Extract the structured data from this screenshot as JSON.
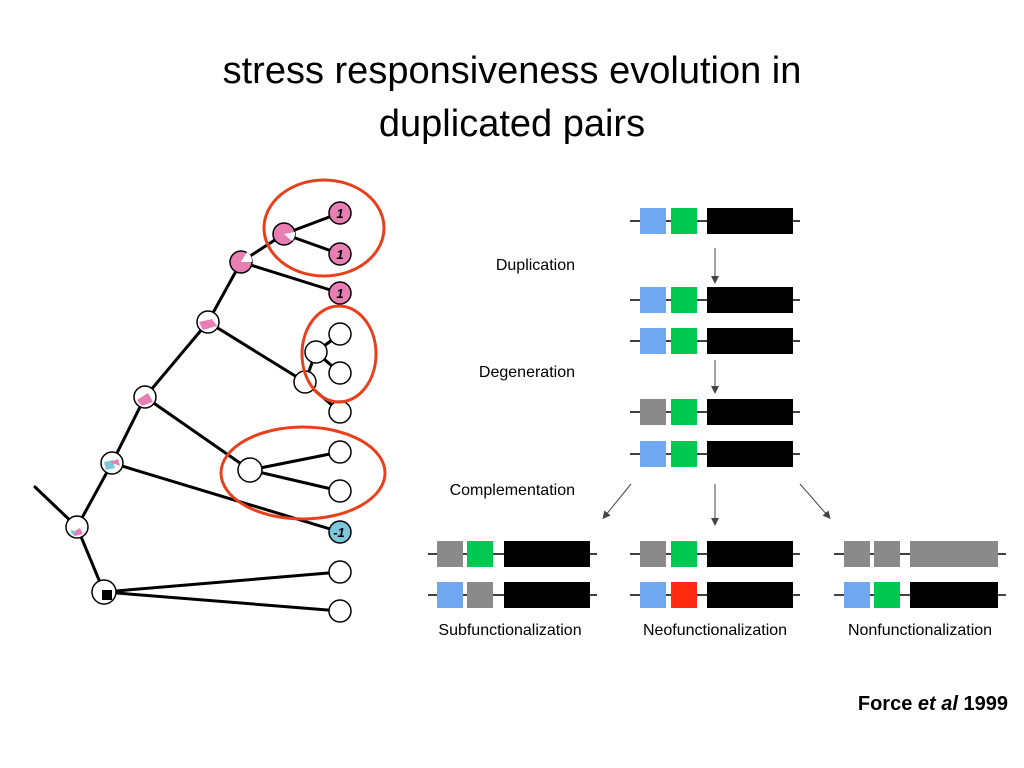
{
  "title": {
    "line1": "stress responsiveness evolution in",
    "line2": "duplicated pairs"
  },
  "tree": {
    "leaf_labels": [
      "1",
      "1",
      "1",
      "-1"
    ],
    "colors": {
      "pink": "#e87fb4",
      "blue": "#7cc7dc",
      "circle": "#e8401c"
    }
  },
  "model": {
    "steps": [
      "Duplication",
      "Degeneration",
      "Complementation"
    ],
    "outcomes": [
      "Subfunctionalization",
      "Neofunctionalization",
      "Nonfunctionalization"
    ],
    "colors": {
      "blue": "#6fa8f0",
      "green": "#00c850",
      "black": "#000000",
      "gray": "#8a8a8a",
      "red": "#ff2a10"
    }
  },
  "citation": {
    "author": "Force",
    "etal": "et al",
    "year": "1999"
  }
}
